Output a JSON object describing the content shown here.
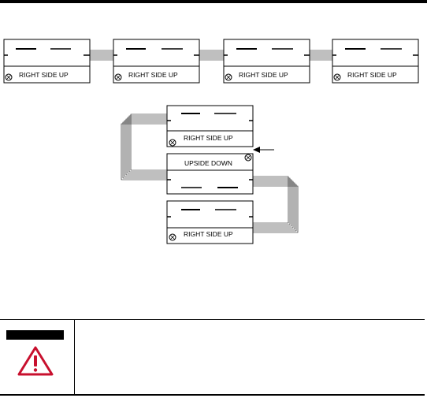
{
  "document": {
    "top_rule": true,
    "diagram": {
      "label_right_side_up": "RIGHT SIDE UP",
      "label_upside_down": "UPSIDE DOWN",
      "top_row_module_count": 4
    },
    "warning": {
      "badge_text": "",
      "icon": "warning-triangle-icon",
      "body_text": ""
    }
  },
  "colors": {
    "ink": "#000000",
    "warning_icon": "#c8102e",
    "background": "#ffffff"
  }
}
